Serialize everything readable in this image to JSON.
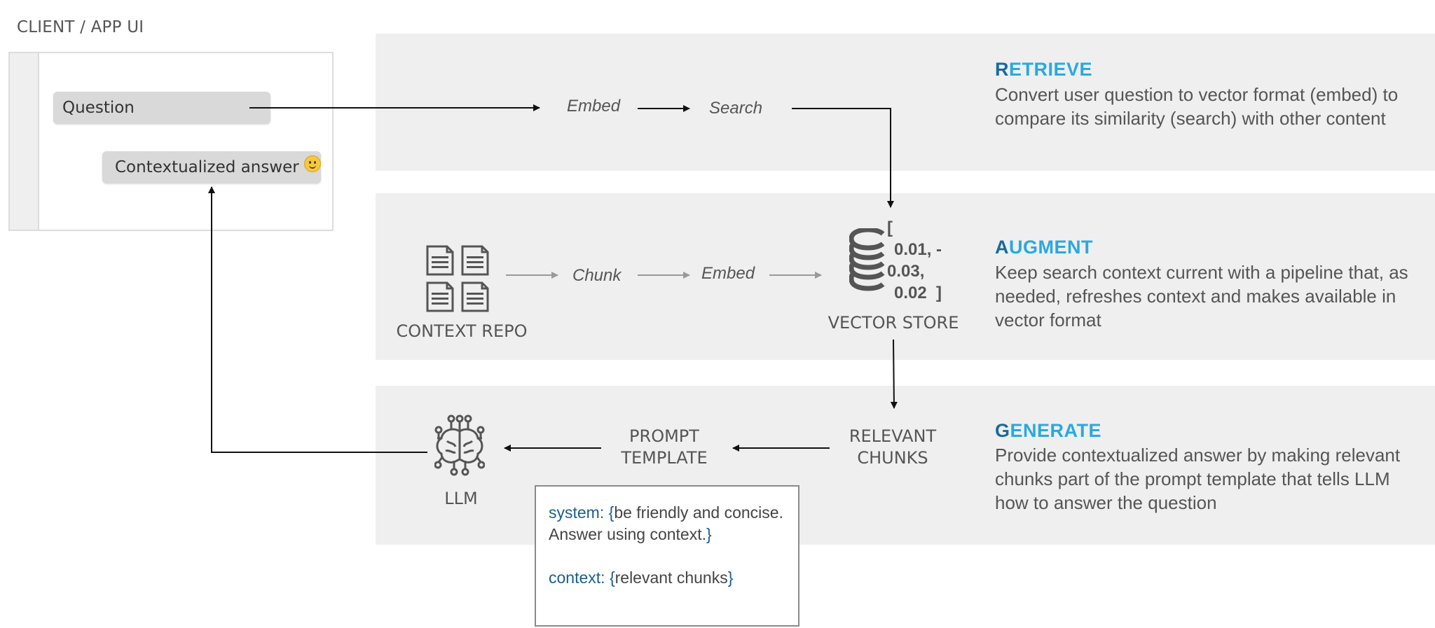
{
  "client": {
    "title": "CLIENT / APP UI",
    "question_label": "Question",
    "answer_label": "Contextualized answer"
  },
  "retrieve": {
    "step_embed": "Embed",
    "step_search": "Search",
    "heading_first": "R",
    "heading_rest": "ETRIEVE",
    "description": "Convert user question to vector format (embed) to compare its similarity (search) with other content"
  },
  "augment": {
    "repo_label": "CONTEXT REPO",
    "step_chunk": "Chunk",
    "step_embed": "Embed",
    "vector_store_label": "VECTOR STORE",
    "vector_lines": [
      "[",
      "0.01, -",
      "0.03,",
      "0.02  ]"
    ],
    "heading_first": "A",
    "heading_rest": "UGMENT",
    "description": "Keep search context current with a pipeline that, as needed, refreshes context and makes available in vector format"
  },
  "generate": {
    "llm_label": "LLM",
    "prompt_template_label": [
      "PROMPT",
      "TEMPLATE"
    ],
    "relevant_chunks_label": [
      "RELEVANT",
      "CHUNKS"
    ],
    "heading_first": "G",
    "heading_rest": "ENERATE",
    "description": "Provide contextualized answer by making relevant chunks part of the prompt template that tells LLM how to answer the question",
    "prompt": {
      "system_key": "system:",
      "system_open": "{",
      "system_text": "be friendly and concise. Answer using context.",
      "system_close": "}",
      "context_key": "context:",
      "context_open": "{",
      "context_text": "relevant chunks",
      "context_close": "}"
    }
  },
  "colors": {
    "band": "#efefef",
    "heading_accent": "#29a9e0",
    "heading_first": "#1b6a98",
    "prompt_keyword": "#1b5e8c",
    "icon_gray": "#555555"
  }
}
